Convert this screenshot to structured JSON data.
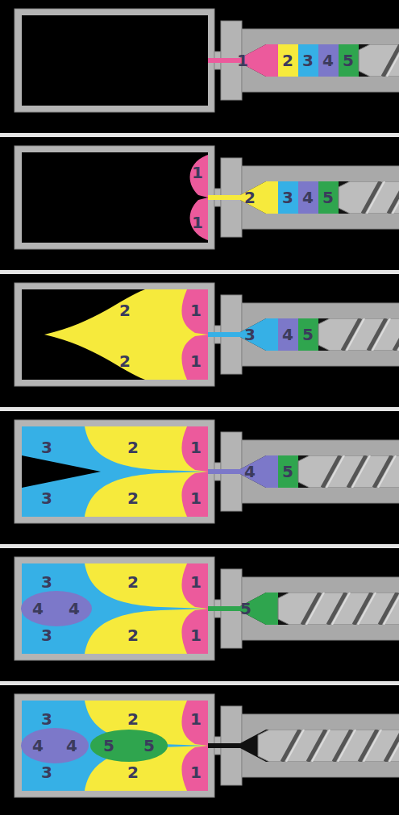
{
  "diagram": {
    "labels": [
      "1",
      "2",
      "3",
      "4",
      "5",
      "1",
      "2",
      "3",
      "4",
      "5",
      "1",
      "2",
      "1",
      "3",
      "4",
      "5",
      "2",
      "1",
      "3",
      "2",
      "1",
      "4",
      "5",
      "3",
      "2",
      "1",
      "3",
      "2",
      "1",
      "4",
      "4",
      "5",
      "3",
      "2",
      "1",
      "3",
      "2",
      "1",
      "4",
      "4",
      "5",
      "5",
      "3",
      "2",
      "1"
    ]
  }
}
